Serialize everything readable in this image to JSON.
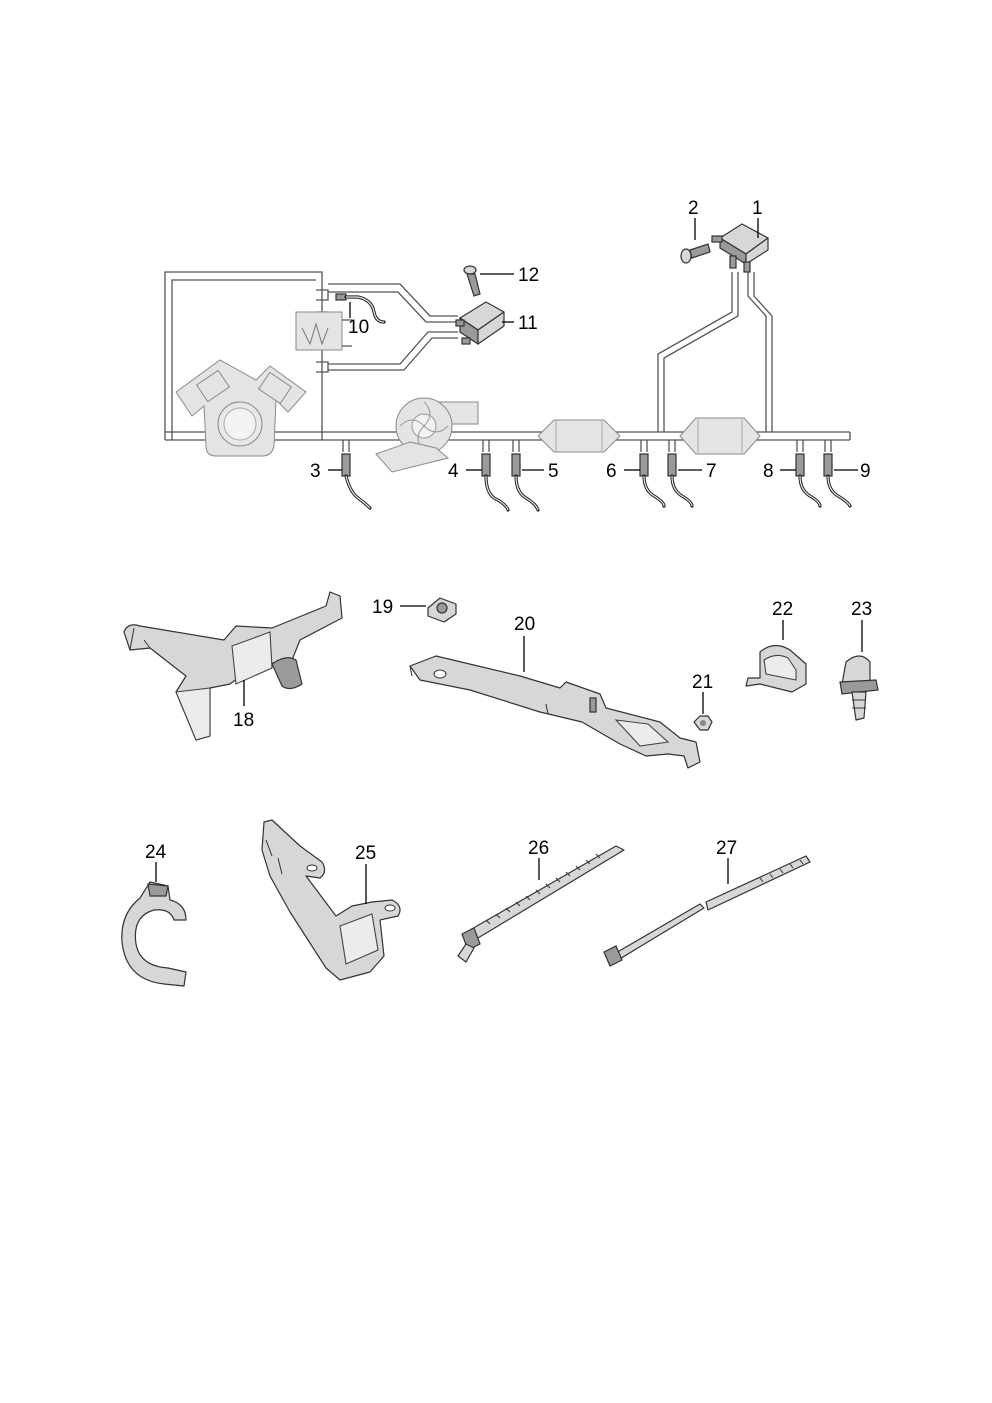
{
  "callouts": {
    "c1": "1",
    "c2": "2",
    "c3": "3",
    "c4": "4",
    "c5": "5",
    "c6": "6",
    "c7": "7",
    "c8": "8",
    "c9": "9",
    "c10": "10",
    "c11": "11",
    "c12": "12",
    "c18": "18",
    "c19": "19",
    "c20": "20",
    "c21": "21",
    "c22": "22",
    "c23": "23",
    "c24": "24",
    "c25": "25",
    "c26": "26",
    "c27": "27"
  }
}
